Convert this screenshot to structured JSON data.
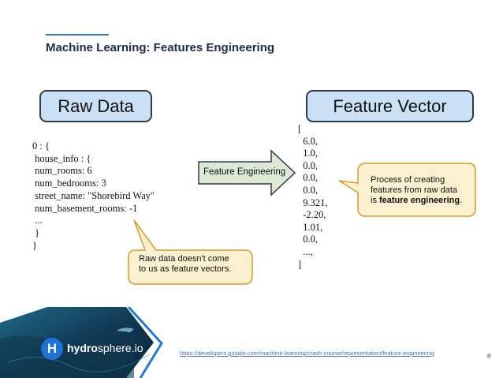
{
  "slide": {
    "title": "Machine Learning: Features Engineering",
    "page_number": "8",
    "source_url": "https://developers.google.com/machine-learning/crash-course/representation/feature-engineering"
  },
  "diagram": {
    "raw_header": "Raw Data",
    "vector_header": "Feature Vector",
    "arrow_label": "Feature Engineering",
    "raw_lines": [
      "0 : {",
      " house_info : {",
      " num_rooms: 6",
      " num_bedrooms: 3",
      " street_name: \"Shorebird Way\"",
      " num_basement_rooms: -1",
      " ...",
      " }",
      "}"
    ],
    "vector_lines": [
      "[",
      "  6.0,",
      "  1.0,",
      "  0.0,",
      "  0.0,",
      "  0.0,",
      "  9.321,",
      "  -2.20,",
      "  1.01,",
      "  0.0,",
      "  ...,",
      "]"
    ],
    "raw_callout": {
      "line1": "Raw data doesn't come",
      "line2": "to us as feature vectors."
    },
    "fe_callout": {
      "line1": "Process of creating",
      "line2": "features from raw data",
      "line3_prefix": "is ",
      "line3_bold": "feature engineering",
      "line3_suffix": "."
    }
  },
  "brand": {
    "badge": "H",
    "name_bold": "hydro",
    "name_rest": "sphere.io"
  },
  "colors": {
    "accent": "#3b6fd9",
    "header_fill": "#c9e0f5",
    "arrow_fill": "#dce9d5",
    "callout_fill": "#fbf1d0",
    "callout_stroke": "#d89a2a",
    "brand_blue": "#1e72d6"
  }
}
